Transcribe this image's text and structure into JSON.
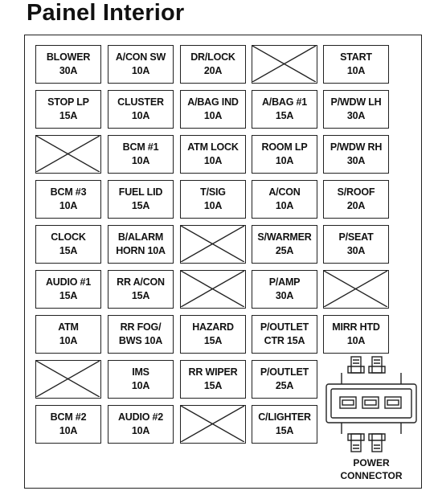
{
  "title": "Painel Interior",
  "rows": [
    [
      {
        "name": "BLOWER",
        "rating": "30A"
      },
      {
        "name": "A/CON SW",
        "rating": "10A"
      },
      {
        "name": "DR/LOCK",
        "rating": "20A"
      },
      {
        "empty": true
      },
      {
        "name": "START",
        "rating": "10A"
      }
    ],
    [
      {
        "name": "STOP LP",
        "rating": "15A"
      },
      {
        "name": "CLUSTER",
        "rating": "10A"
      },
      {
        "name": "A/BAG IND",
        "rating": "10A"
      },
      {
        "name": "A/BAG #1",
        "rating": "15A"
      },
      {
        "name": "P/WDW LH",
        "rating": "30A"
      }
    ],
    [
      {
        "empty": true
      },
      {
        "name": "BCM #1",
        "rating": "10A"
      },
      {
        "name": "ATM LOCK",
        "rating": "10A"
      },
      {
        "name": "ROOM LP",
        "rating": "10A"
      },
      {
        "name": "P/WDW RH",
        "rating": "30A"
      }
    ],
    [
      {
        "name": "BCM #3",
        "rating": "10A"
      },
      {
        "name": "FUEL LID",
        "rating": "15A"
      },
      {
        "name": "T/SIG",
        "rating": "10A"
      },
      {
        "name": "A/CON",
        "rating": "10A"
      },
      {
        "name": "S/ROOF",
        "rating": "20A"
      }
    ],
    [
      {
        "name": "CLOCK",
        "rating": "15A"
      },
      {
        "name": "B/ALARM",
        "rating": "HORN 10A"
      },
      {
        "empty": true
      },
      {
        "name": "S/WARMER",
        "rating": "25A"
      },
      {
        "name": "P/SEAT",
        "rating": "30A"
      }
    ],
    [
      {
        "name": "AUDIO #1",
        "rating": "15A"
      },
      {
        "name": "RR A/CON",
        "rating": "15A"
      },
      {
        "empty": true
      },
      {
        "name": "P/AMP",
        "rating": "30A"
      },
      {
        "empty": true
      }
    ],
    [
      {
        "name": "ATM",
        "rating": "10A"
      },
      {
        "name": "RR FOG/",
        "rating": "BWS 10A"
      },
      {
        "name": "HAZARD",
        "rating": "15A"
      },
      {
        "name": "P/OUTLET",
        "rating": "CTR 15A"
      },
      {
        "name": "MIRR HTD",
        "rating": "10A"
      }
    ],
    [
      {
        "empty": true
      },
      {
        "name": "IMS",
        "rating": "10A"
      },
      {
        "name": "RR WIPER",
        "rating": "15A"
      },
      {
        "name": "P/OUTLET",
        "rating": "25A"
      }
    ],
    [
      {
        "name": "BCM #2",
        "rating": "10A"
      },
      {
        "name": "AUDIO #2",
        "rating": "10A"
      },
      {
        "empty": true
      },
      {
        "name": "C/LIGHTER",
        "rating": "15A"
      }
    ]
  ],
  "connector": {
    "line1": "POWER",
    "line2": "CONNECTOR"
  }
}
